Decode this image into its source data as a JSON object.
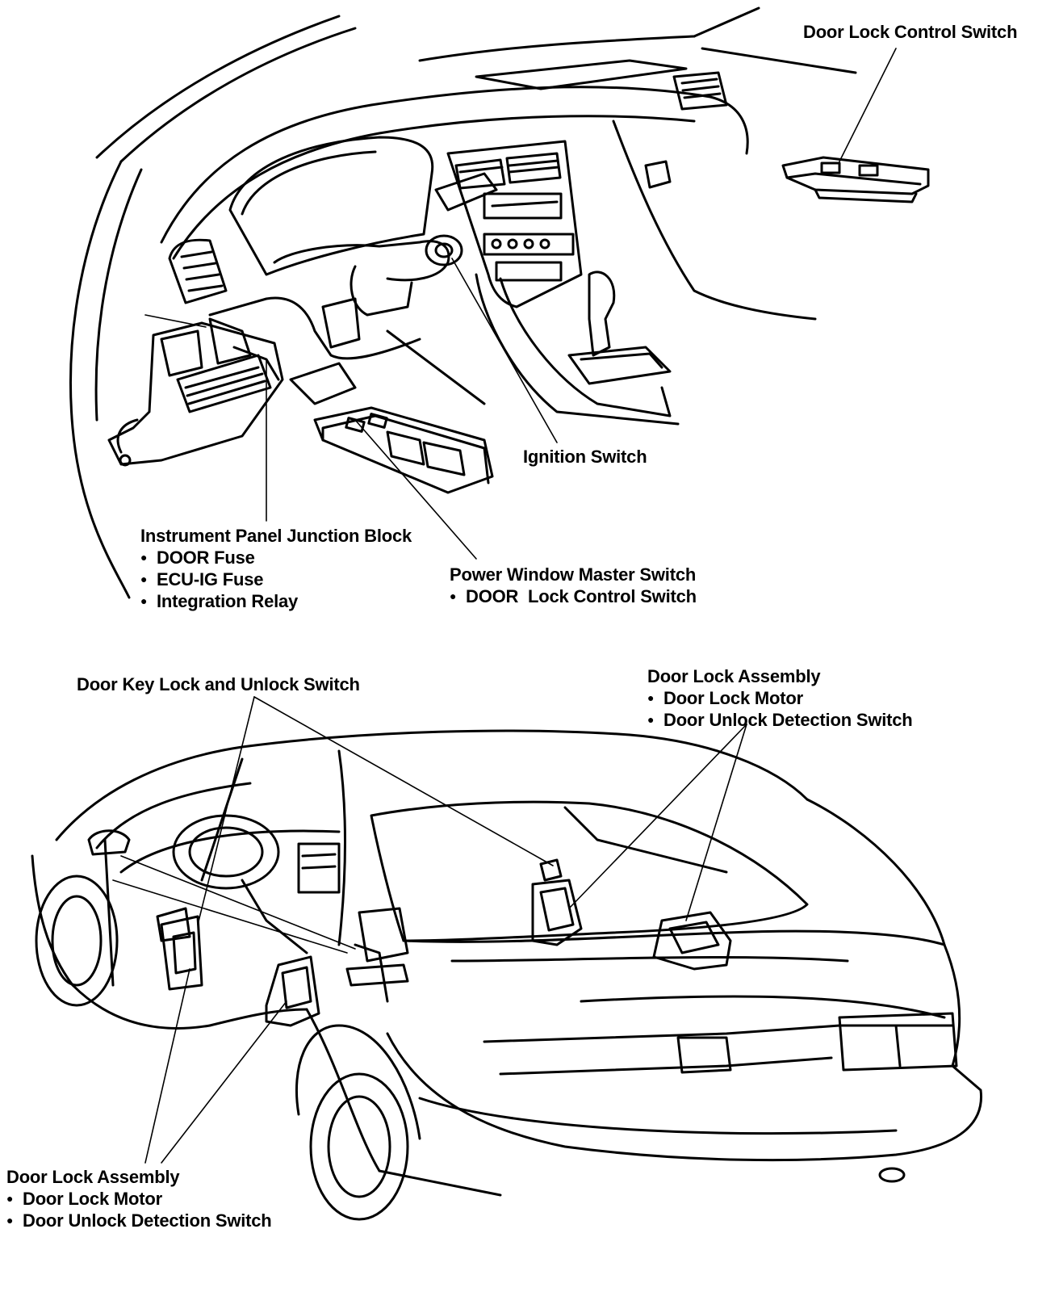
{
  "labels": {
    "door_lock_control_switch": "Door Lock Control Switch",
    "ignition_switch": "Ignition Switch",
    "junction_block": {
      "title": "Instrument Panel Junction Block",
      "items": [
        "DOOR Fuse",
        "ECU-IG Fuse",
        "Integration Relay"
      ]
    },
    "power_window": {
      "title": "Power Window Master Switch",
      "items": [
        "DOOR  Lock Control Switch"
      ]
    },
    "door_key_switch": "Door Key Lock and Unlock Switch",
    "door_lock_assembly_right": {
      "title": "Door Lock Assembly",
      "items": [
        "Door Lock Motor",
        "Door Unlock Detection Switch"
      ]
    },
    "door_lock_assembly_left": {
      "title": "Door Lock Assembly",
      "items": [
        "Door Lock Motor",
        "Door Unlock Detection Switch"
      ]
    }
  },
  "colors": {
    "line": "#000000",
    "background": "#ffffff"
  }
}
